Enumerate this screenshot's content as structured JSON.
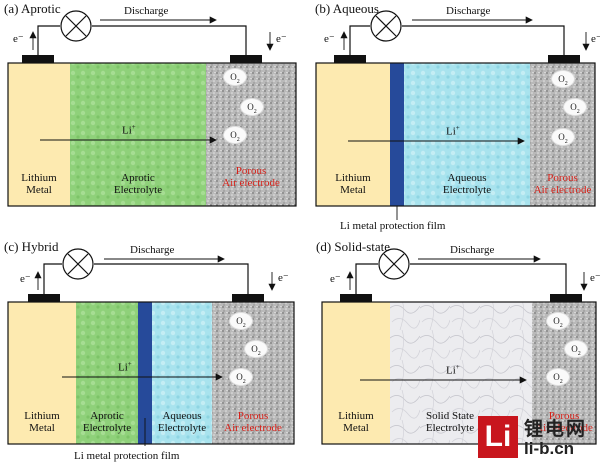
{
  "panels": {
    "a": {
      "title": "(a) Aprotic",
      "discharge": "Discharge",
      "electron_left": "e⁻",
      "electron_right": "e⁻",
      "ion": "Li",
      "anode": [
        "Lithium",
        "Metal"
      ],
      "electrolyte": [
        "Aprotic",
        "Electrolyte"
      ],
      "cathode": [
        "Porous",
        "Air electrode"
      ],
      "o2": [
        "O",
        "O",
        "O"
      ]
    },
    "b": {
      "title": "(b) Aqueous",
      "discharge": "Discharge",
      "electron_left": "e⁻",
      "electron_right": "e⁻",
      "ion": "Li",
      "anode": [
        "Lithium",
        "Metal"
      ],
      "electrolyte": [
        "Aqueous",
        "Electrolyte"
      ],
      "cathode": [
        "Porous",
        "Air electrode"
      ],
      "film_label": "Li metal protection film",
      "o2": [
        "O",
        "O",
        "O"
      ]
    },
    "c": {
      "title": "(c) Hybrid",
      "discharge": "Discharge",
      "electron_left": "e⁻",
      "electron_right": "e⁻",
      "ion": "Li",
      "anode": [
        "Lithium",
        "Metal"
      ],
      "electrolyte1": [
        "Aprotic",
        "Electrolyte"
      ],
      "electrolyte2": [
        "Aqueous",
        "Electrolyte"
      ],
      "cathode": [
        "Porous",
        "Air electrode"
      ],
      "film_label": "Li metal protection film",
      "o2": [
        "O",
        "O",
        "O"
      ]
    },
    "d": {
      "title": "(d) Solid-state",
      "discharge": "Discharge",
      "electron_left": "e⁻",
      "electron_right": "e⁻",
      "ion": "Li",
      "anode": [
        "Lithium",
        "Metal"
      ],
      "electrolyte": [
        "Solid State",
        "Electrolyte"
      ],
      "cathode": [
        "Porous",
        "Air electrode"
      ],
      "o2": [
        "O",
        "O",
        "O"
      ]
    }
  },
  "watermark": {
    "mark": "Li",
    "cn": "锂电网",
    "en": "li-b.cn"
  },
  "colors": {
    "lithium": "#fdeab0",
    "aprotic": "#8fd17a",
    "aqueous": "#a8e3ee",
    "film": "#264a9a",
    "porous": "#b8b8b8",
    "solid": "#e6e6ea",
    "red_text": "#d8221a"
  }
}
